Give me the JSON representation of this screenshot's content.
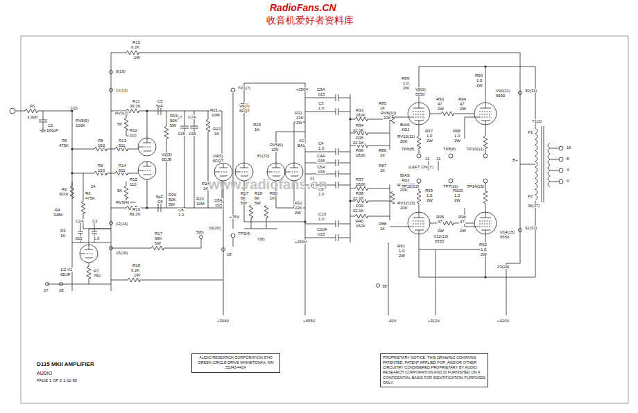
{
  "diagram": {
    "title": "D115 MKII AMPLIFIER",
    "nodes": [
      {
        "text": [
          "AUDIO RESEARCH CORPORATION 5740 GREEN CIRCLE DRIVE MINNETONKA, MN 55343-4424"
        ]
      },
      {
        "text": [
          "PROPRIETARY NOTICE: THIS DRAWING CONTAINS PATENTED, PATENT APPLIED FOR, AND/OR OTHER CIRCUITRY CONSIDERED PROPRIETARY BY AUDIO RESEARCH CORPORATION AND IS FURNISHED ON A CONFIDENTIAL BASIS FOR IDENTIFICATION PURPOSES ONLY."
        ]
      }
    ],
    "labels": [
      "RadioFans.CN",
      "收音机爱好者资料库",
      "www.radiofans.cn",
      "AUDIO",
      "PAGE 1 OF 2  1-11-95",
      "R1",
      "3.92K",
      "C1",
      "100pF",
      "1(2)",
      "R10",
      "6.2K",
      "1W",
      "9(10)",
      "11(12)",
      "R11",
      "39.2K",
      "C5",
      "5pF",
      "RV1(2)",
      "5K",
      "R12",
      "110",
      "RV5(6)",
      "100K",
      "R5",
      "475K",
      "R8",
      "150",
      "R13",
      "511",
      "V2(3)",
      "6DJ8",
      "R9",
      "150",
      "R14",
      "511",
      "R15",
      "110",
      "5K",
      "RV3(4)",
      "24",
      "R2",
      "301K",
      "R6",
      "475K",
      "R4",
      "348K",
      "R16",
      "89.2K",
      "C6",
      "5pF",
      "13(14)",
      "C2A",
      ".015",
      "C2",
      "1.0",
      "R3",
      "1K",
      "15(16)",
      "R17",
      "68K",
      "5W",
      "5(6)",
      "19(20)",
      "18",
      "7(8)",
      "1/2 V1",
      "6DJ8",
      "R7",
      "750",
      "R18",
      "6.2K",
      "1W",
      "17",
      "28",
      "+304V",
      "TP1(7)",
      "+75V",
      "C7",
      ".015",
      "C7A",
      ".015",
      "R21",
      "10M",
      "R19",
      "50K",
      "5W",
      "R23",
      "1K",
      "V4(5)",
      "6FQ7",
      "V6(7)",
      "6FQ7",
      "R29",
      "1K",
      "R24",
      "1K",
      "R20",
      "50K",
      "5W",
      "C8",
      "1.0",
      "R22",
      "10M",
      "C8A",
      ".015",
      "R27",
      "6K",
      "5W",
      "R28",
      "6K",
      "5W",
      "R30",
      "1K",
      "TP3(4)",
      "+75V",
      "81(72)",
      "RV5(6)",
      "10K",
      "AC",
      "BAL",
      "+250V",
      "C3A",
      ".015",
      "C3",
      "1.0",
      "R31",
      "22K",
      "2W",
      "21",
      "31",
      "R32",
      "22K",
      "2W",
      "+250V",
      "C4",
      "1.0",
      "C4A",
      ".015",
      "C5A",
      ".015",
      "C9",
      "1.0",
      "C10",
      "1.0",
      "C10A",
      ".015",
      "+455V",
      "R33",
      "182K",
      "R85",
      "1K",
      "RV8(10)",
      "20K",
      "R34",
      "22.1K",
      "BIAS",
      "ADJ",
      "R35",
      "22.1K",
      "RV10(11)",
      "20K",
      "R86",
      "1K",
      "R36",
      "182K",
      "R87",
      "1K",
      "(LEFT ONLY)",
      "J1",
      "J1",
      "R37",
      "182K",
      "RV14(15)",
      "20K",
      "R38",
      "22.1K",
      "BIAS",
      "ADJ",
      "R39",
      "22.1K",
      "RV12(13)",
      "20K",
      "R40",
      "182K",
      "R88",
      "1K",
      "-40V",
      "38",
      "R89",
      "1.0",
      "2W",
      "V9(0)",
      "6550",
      "R93",
      "47",
      "2W",
      "R94",
      "47",
      "2W",
      "R90",
      "1.0",
      "2W",
      "V10(11)",
      "6550",
      "R97",
      "1.0",
      "2W",
      "R98",
      "1.0",
      "2W",
      "TP6(8)",
      "TP8(8)",
      "TP10(11)",
      "TP12(13)",
      "TP7(16)",
      "TP14(15)",
      "R99",
      "1.0",
      "2W",
      "R100",
      "1.0",
      "2W",
      "R95",
      "47",
      "2W",
      "R96",
      "47",
      "2W",
      "V12(13)",
      "6550",
      "R91",
      "1.0",
      "2W",
      "V14(15)",
      "6550",
      "R92",
      "1.0",
      "2W",
      "+312V",
      "+420V",
      "30(31)",
      "T1(2)",
      "P1",
      "B+",
      "P2",
      "36(37)",
      "16",
      "8",
      "4",
      "0",
      "32(33)",
      "23(24)"
    ]
  }
}
